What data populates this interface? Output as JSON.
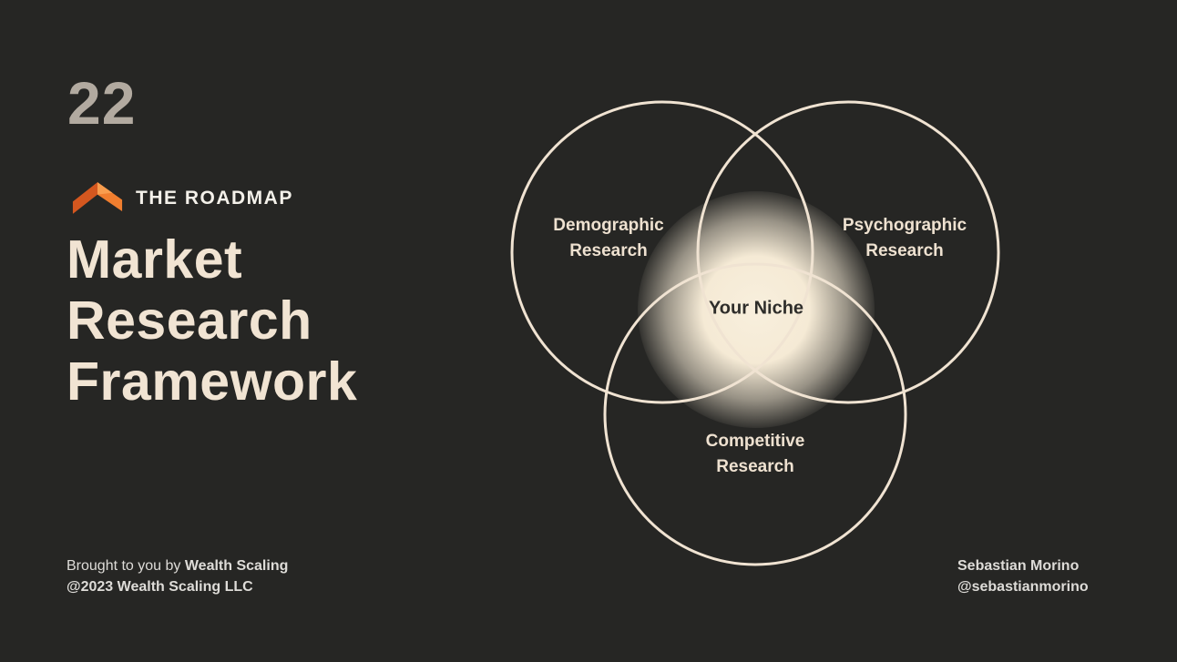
{
  "slide": {
    "number": "22",
    "title_lines": [
      "Market",
      "Research",
      "Framework"
    ]
  },
  "brand": {
    "name": "THE ROADMAP",
    "logo_icon": "roadmap-chevron-icon"
  },
  "venn": {
    "type": "venn-3-circle",
    "sets": [
      {
        "line1": "Demographic",
        "line2": "Research",
        "position": "top-left"
      },
      {
        "line1": "Psychographic",
        "line2": "Research",
        "position": "top-right"
      },
      {
        "line1": "Competitive",
        "line2": "Research",
        "position": "bottom"
      }
    ],
    "center_label": "Your Niche"
  },
  "footer": {
    "left": {
      "prefix": "Brought to you by ",
      "brand": "Wealth Scaling",
      "copyright": "@2023 Wealth Scaling LLC"
    },
    "right": {
      "name": "Sebastian Morino",
      "handle": "@sebastianmorino"
    }
  },
  "colors": {
    "background": "#262624",
    "cream": "#f0e3d2",
    "title_text": "#f1e4d3",
    "slide_number": "#b2aaa0",
    "footer_text": "#dedcd8",
    "circle_stroke": "#f0e3d2",
    "glow_core": "#f8efdd",
    "center_label_text": "#2e2d2a",
    "logo_orange": "#f07e2f",
    "logo_orange_dark": "#d4571f",
    "logo_orange_light": "#f89d4e"
  }
}
